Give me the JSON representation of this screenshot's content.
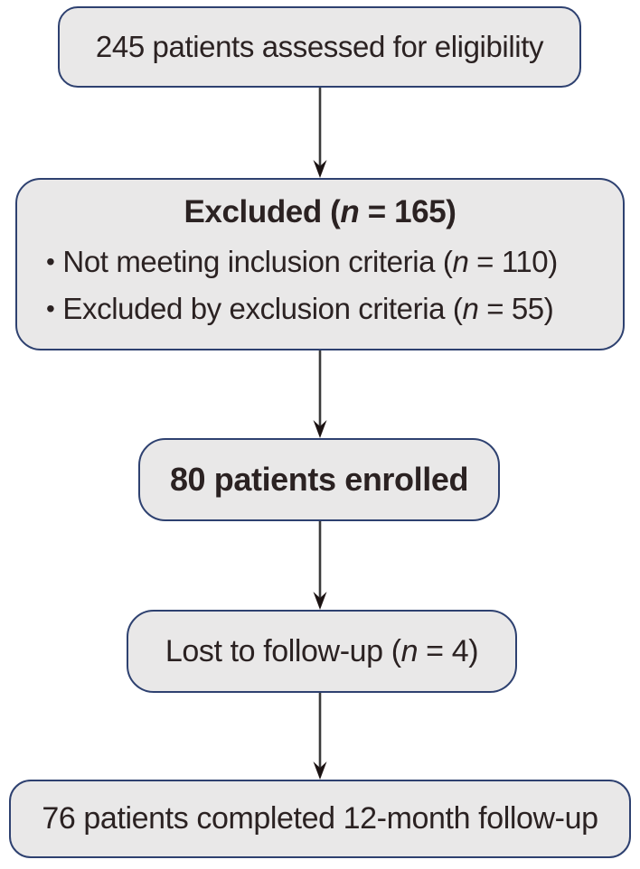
{
  "diagram": {
    "type": "patient-flow-chart",
    "colors": {
      "box_fill": "#e9e8e8",
      "box_border": "#2e4170",
      "text": "#2b2222",
      "arrow_line": "#3a3a3a",
      "arrow_head": "#1c1313"
    },
    "boxes": {
      "assessed": {
        "text": "245 patients assessed for eligibility"
      },
      "excluded": {
        "title_pre": "Excluded (",
        "title_n": "n",
        "title_post": " = 165)",
        "bullets": [
          {
            "marker": "•",
            "pre": "Not meeting inclusion criteria (",
            "n": "n",
            "post": " = 110)"
          },
          {
            "marker": "•",
            "pre": "Excluded by exclusion criteria (",
            "n": "n",
            "post": " = 55)"
          }
        ]
      },
      "enrolled": {
        "text": "80 patients enrolled"
      },
      "lost": {
        "pre": "Lost to follow-up (",
        "n": "n",
        "post": " = 4)"
      },
      "completed": {
        "text": "76 patients completed 12-month follow-up"
      }
    },
    "arrow_count": 4
  }
}
